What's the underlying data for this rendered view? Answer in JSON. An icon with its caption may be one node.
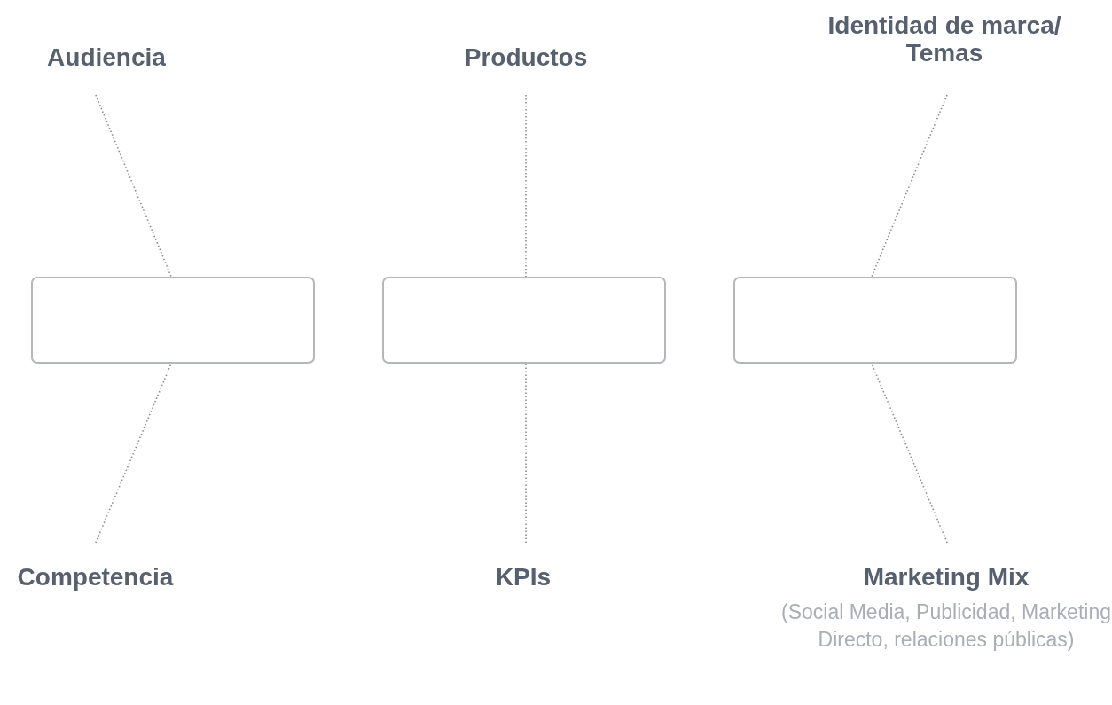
{
  "diagram": {
    "nodes": [
      {
        "text": [
          "Audiencia"
        ]
      },
      {
        "text": [
          "Productos"
        ]
      },
      {
        "text": [
          "Identidad de marca/ Temas"
        ]
      },
      {
        "text": [],
        "shape": "box"
      },
      {
        "text": [],
        "shape": "box"
      },
      {
        "text": [],
        "shape": "box"
      },
      {
        "text": [
          "Competencia"
        ]
      },
      {
        "text": [
          "KPIs"
        ]
      },
      {
        "text": [
          "Marketing Mix",
          "(Social Media, Publicidad, Marketing Directo, relaciones públicas)"
        ]
      }
    ],
    "edges": [
      {
        "from": 0,
        "to": 3,
        "arrow": "none",
        "style": "dashed"
      },
      {
        "from": 1,
        "to": 4,
        "arrow": "none",
        "style": "dashed"
      },
      {
        "from": 2,
        "to": 5,
        "arrow": "none",
        "style": "dashed"
      },
      {
        "from": 6,
        "to": 3,
        "arrow": "none",
        "style": "dashed"
      },
      {
        "from": 7,
        "to": 4,
        "arrow": "none",
        "style": "dashed"
      },
      {
        "from": 8,
        "to": 5,
        "arrow": "none",
        "style": "dashed"
      }
    ]
  }
}
